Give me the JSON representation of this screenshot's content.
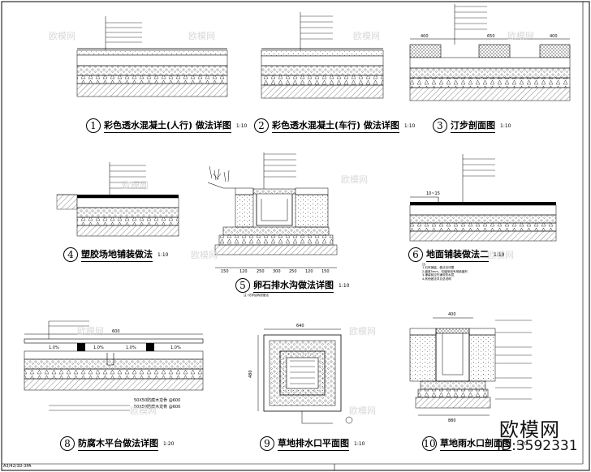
{
  "captions": [
    {
      "num": "1",
      "title": "彩色透水混凝土(人行) 做法详图",
      "scale": "1:10"
    },
    {
      "num": "2",
      "title": "彩色透水混凝土(车行) 做法详图",
      "scale": "1:10"
    },
    {
      "num": "3",
      "title": "汀步剖面图",
      "scale": "1:10"
    },
    {
      "num": "4",
      "title": "塑胶场地铺装做法",
      "scale": "1:10"
    },
    {
      "num": "5",
      "title": "卵石排水沟做法详图",
      "scale": "1:10"
    },
    {
      "num": "6",
      "title": "地面铺装做法二",
      "scale": "1:10"
    },
    {
      "num": "8",
      "title": "防腐木平台做法详图",
      "scale": "1:20"
    },
    {
      "num": "9",
      "title": "草地排水口平面图",
      "scale": "1:10"
    },
    {
      "num": "10",
      "title": "草地雨水口剖面图",
      "scale": "1:10"
    }
  ],
  "dims": {
    "d3": [
      "400",
      "650",
      "400"
    ],
    "d5": [
      "150",
      "120",
      "250",
      "300",
      "250",
      "120",
      "150"
    ],
    "d6": "10~15",
    "d8": [
      "600",
      "1.0%",
      "1.0%",
      "1.0%",
      "1.0%"
    ],
    "d9": [
      "640",
      "480"
    ],
    "d10": [
      "400",
      "880"
    ],
    "d8labels": [
      "50X50防腐木龙骨 @600",
      "50X50防腐木龙骨 @600"
    ]
  },
  "notes": {
    "n5": "注: 化学结构层做法",
    "n6": "注：\n1.石材铺装，做法见详图\n2.缝宽5mm，勾缝采用专用填缝剂\n3.铺装前应先铺设防水层\n4.其他做法详见总说明"
  },
  "watermarks": [
    "欧模网",
    "欧模网",
    "欧模网",
    "欧模网",
    "欧模网",
    "欧模网",
    "欧模网",
    "欧模网",
    "欧模网",
    "欧模网",
    "欧模网",
    "欧模网"
  ],
  "brand": {
    "name": "欧模网",
    "id": "ID:3592331"
  },
  "footer": "A3/42/3D-3PA"
}
